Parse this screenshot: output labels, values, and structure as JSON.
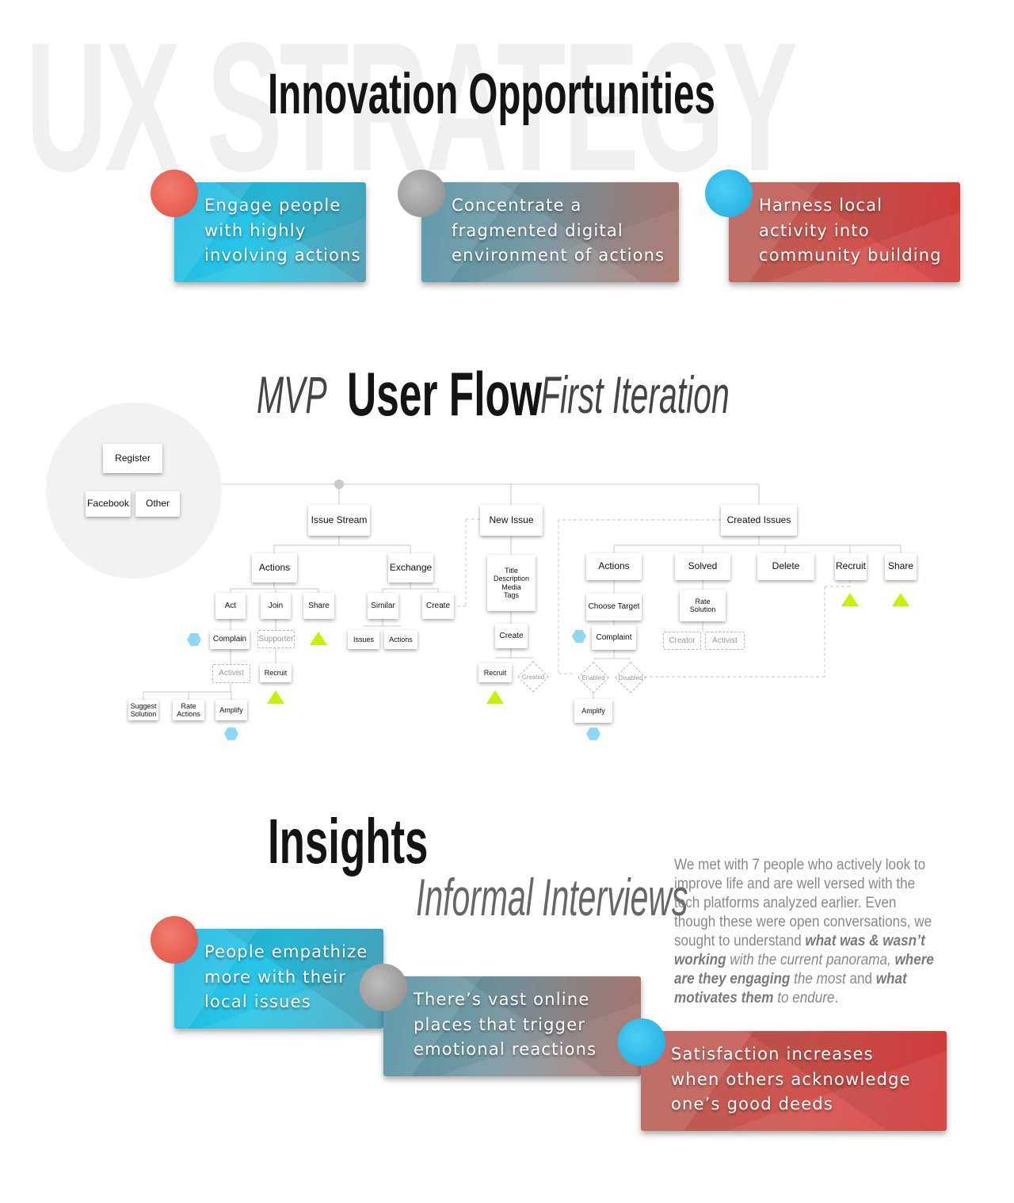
{
  "background_word": "UX STRATEGY",
  "innovation": {
    "title": "Innovation Opportunities",
    "cards": [
      "Engage people\nwith highly\ninvolving actions",
      "Concentrate a\nfragmented digital\nenvironment of actions",
      "Harness local\nactivity  into\ncommunity building"
    ]
  },
  "userflow": {
    "prefix": "MVP",
    "title": "User Flow",
    "suffix": "First Iteration",
    "nodes": {
      "register": "Register",
      "facebook": "Facebook",
      "other": "Other",
      "issue_stream": "Issue Stream",
      "new_issue": "New Issue",
      "created_issues": "Created Issues",
      "actions_a": "Actions",
      "exchange": "Exchange",
      "act": "Act",
      "join": "Join",
      "share_a": "Share",
      "similar": "Similar",
      "create_a": "Create",
      "complain": "Complain",
      "supporter": "Supporter",
      "issues": "Issues",
      "actions_b": "Actions",
      "activist_a": "Activist",
      "recruit_a": "Recruit",
      "suggest_solution": "Suggest\nSolution",
      "rate_actions": "Rate\nActions",
      "amplify_a": "Amplify",
      "issue_fields": "Title\nDescription\nMedia\nTags",
      "create_b": "Create",
      "recruit_b": "Recruit",
      "created": "Created",
      "actions_c": "Actions",
      "solved": "Solved",
      "delete": "Delete",
      "recruit_c": "Recruit",
      "share_c": "Share",
      "choose_target": "Choose Target",
      "rate_solution": "Rate\nSolution",
      "complaint": "Complaint",
      "creator": "Creator",
      "activist_c": "Activist",
      "enabled": "Enabled",
      "disabled": "Disabled",
      "amplify_c": "Amplify"
    }
  },
  "insights": {
    "title": "Insights",
    "subtitle": "Informal Interviews",
    "paragraph": {
      "p1": "We met with 7 people who actively look to improve life and are well versed with the tech platforms analyzed earlier. Even though these were open conversations, we sought to understand ",
      "b1": "what was & wasn’t working",
      "p2": " with the current panorama, ",
      "b2": "where are they engaging",
      "p3": " the most",
      "p4": " and ",
      "b3": "what motivates them",
      "p5": " to endure",
      "p6": "."
    },
    "cards": [
      "People empathize\nmore with their\nlocal issues",
      "There’s vast online\nplaces that trigger\nemotional reactions",
      "Satisfaction increases\nwhen others acknowledge\none’s good deeds"
    ]
  },
  "colors": {
    "accent_green": "#c9f000",
    "accent_hex_blue": "#8fd8f4",
    "card_blue": "#1ab6e3",
    "card_red": "#e6403f",
    "dot_red": "#e04d43",
    "dot_blue": "#1aa9e1"
  }
}
